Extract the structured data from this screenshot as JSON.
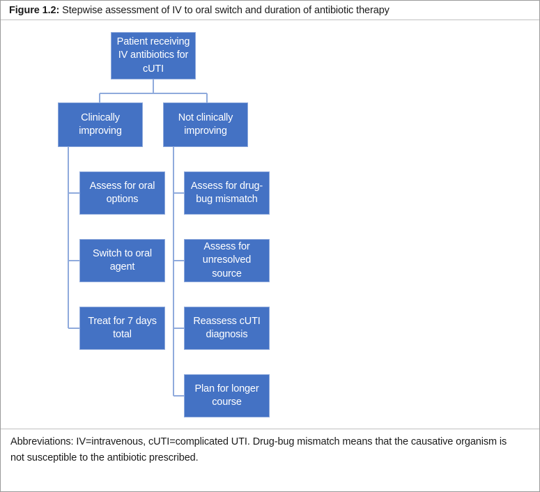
{
  "figure": {
    "label": "Figure 1.2",
    "label_suffix": ":",
    "caption": " Stepwise assessment of IV to oral switch and duration of antibiotic therapy",
    "colors": {
      "node_fill": "#4472C4",
      "node_border": "#8FAADC",
      "node_text": "#FFFFFF",
      "connector": "#8FAADC",
      "frame": "#9A9A9A"
    }
  },
  "chart_data": {
    "type": "diagram",
    "title": "Stepwise assessment of IV to oral switch and duration of antibiotic therapy",
    "orientation": "top-down-then-vertical-branches",
    "nodes": [
      {
        "id": "root",
        "level": 0,
        "text": "Patient receiving IV antibiotics for cUTI"
      },
      {
        "id": "improving",
        "level": 1,
        "text": "Clinically improving"
      },
      {
        "id": "not-improving",
        "level": 1,
        "text": "Not clinically improving"
      },
      {
        "id": "assess-oral",
        "level": 2,
        "branch": "improving",
        "text": "Assess for oral options"
      },
      {
        "id": "switch-oral",
        "level": 2,
        "branch": "improving",
        "text": "Switch to oral agent"
      },
      {
        "id": "treat-7-days",
        "level": 2,
        "branch": "improving",
        "text": "Treat for 7 days total"
      },
      {
        "id": "drug-bug",
        "level": 2,
        "branch": "not-improving",
        "text": "Assess for drug-bug mismatch"
      },
      {
        "id": "unresolved-source",
        "level": 2,
        "branch": "not-improving",
        "text": "Assess for unresolved source"
      },
      {
        "id": "reassess-diagnosis",
        "level": 2,
        "branch": "not-improving",
        "text": "Reassess cUTI diagnosis"
      },
      {
        "id": "longer-course",
        "level": 2,
        "branch": "not-improving",
        "text": "Plan for longer course"
      }
    ],
    "edges": [
      {
        "from": "root",
        "to": "improving"
      },
      {
        "from": "root",
        "to": "not-improving"
      },
      {
        "from": "improving",
        "to": "assess-oral"
      },
      {
        "from": "improving",
        "to": "switch-oral"
      },
      {
        "from": "improving",
        "to": "treat-7-days"
      },
      {
        "from": "not-improving",
        "to": "drug-bug"
      },
      {
        "from": "not-improving",
        "to": "unresolved-source"
      },
      {
        "from": "not-improving",
        "to": "reassess-diagnosis"
      },
      {
        "from": "not-improving",
        "to": "longer-course"
      }
    ]
  },
  "nodes": {
    "root": "Patient receiving IV antibiotics for cUTI",
    "improving": "Clinically improving",
    "not_improving": "Not clinically improving",
    "assess_oral": "Assess for oral options",
    "switch_oral": "Switch to oral agent",
    "treat_7_days": "Treat for 7 days total",
    "drug_bug": "Assess for drug-bug mismatch",
    "unresolved_source": "Assess for unresolved source",
    "reassess_diagnosis": "Reassess cUTI diagnosis",
    "longer_course": "Plan for longer course"
  },
  "footer": {
    "abbreviations": "Abbreviations: IV=intravenous, cUTI=complicated UTI. Drug-bug mismatch means that the causative organism is not susceptible to the antibiotic prescribed."
  }
}
